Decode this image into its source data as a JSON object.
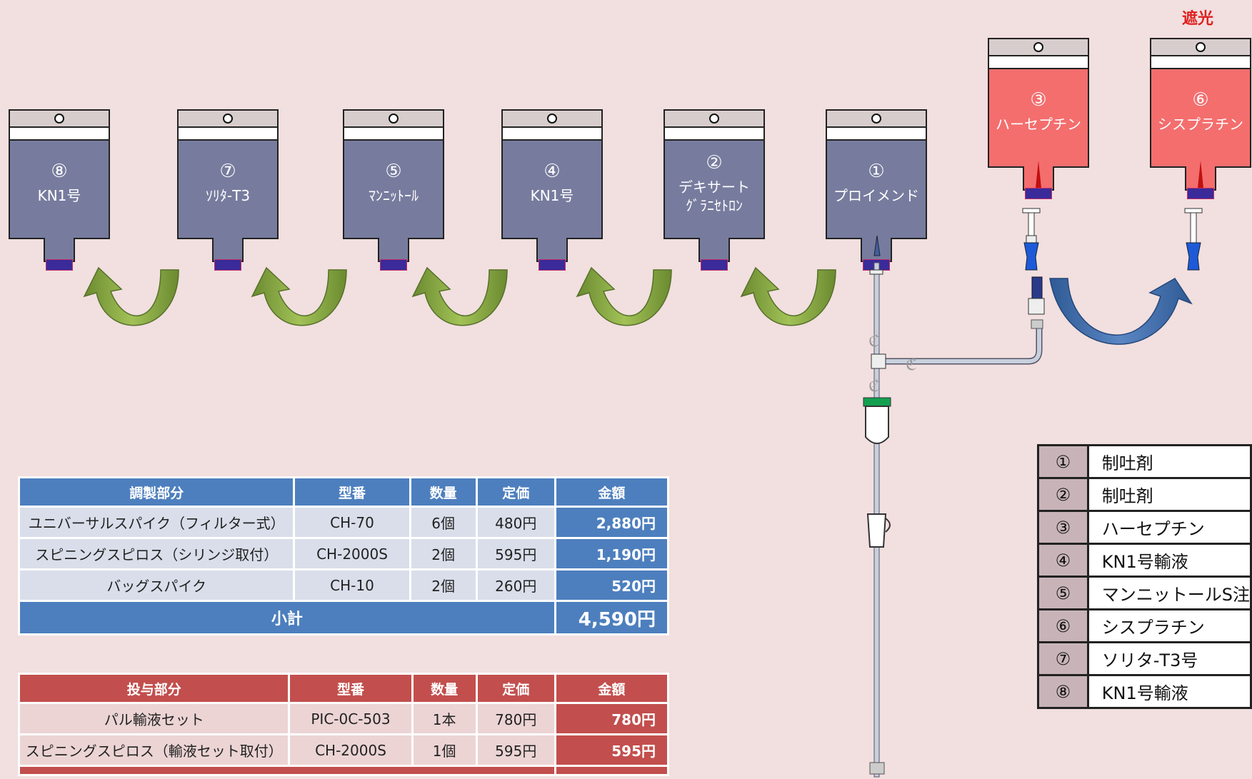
{
  "shading_label": "遮光",
  "bags": [
    {
      "id": "bag-8",
      "num": "⑧",
      "name_lines": [
        "KN1号"
      ],
      "color": "gray"
    },
    {
      "id": "bag-7",
      "num": "⑦",
      "name_lines": [
        "ｿﾘﾀ-T3"
      ],
      "color": "gray"
    },
    {
      "id": "bag-5",
      "num": "⑤",
      "name_lines": [
        "ﾏﾝﾆｯﾄｰﾙ"
      ],
      "color": "gray"
    },
    {
      "id": "bag-4",
      "num": "④",
      "name_lines": [
        "KN1号"
      ],
      "color": "gray"
    },
    {
      "id": "bag-2",
      "num": "②",
      "name_lines": [
        "デキサート",
        "ｸﾞﾗﾆｾﾄﾛﾝ"
      ],
      "color": "gray"
    },
    {
      "id": "bag-1",
      "num": "①",
      "name_lines": [
        "プロイメンド"
      ],
      "color": "gray"
    },
    {
      "id": "bag-3",
      "num": "③",
      "name_lines": [
        "ハーセプチン"
      ],
      "color": "red"
    },
    {
      "id": "bag-6",
      "num": "⑥",
      "name_lines": [
        "シスプラチン"
      ],
      "color": "red"
    }
  ],
  "colors": {
    "bag_gray": "#777c9e",
    "bag_red": "#f46e6e",
    "arrow_green": "#7a9a3a",
    "arrow_blue": "#3d6aa8",
    "table_blue": "#4d7fbe",
    "table_red": "#c24f4d"
  },
  "prep_table": {
    "headers": [
      "調製部分",
      "型番",
      "数量",
      "定価",
      "金額"
    ],
    "rows": [
      [
        "ユニバーサルスパイク（フィルター式）",
        "CH-70",
        "6個",
        "480円",
        "2,880円"
      ],
      [
        "スピニングスピロス（シリンジ取付）",
        "CH-2000S",
        "2個",
        "595円",
        "1,190円"
      ],
      [
        "バッグスパイク",
        "CH-10",
        "2個",
        "260円",
        "520円"
      ]
    ],
    "subtotal_label": "小計",
    "subtotal_value": "4,590円"
  },
  "admin_table": {
    "headers": [
      "投与部分",
      "型番",
      "数量",
      "定価",
      "金額"
    ],
    "rows": [
      [
        "パル輸液セット",
        "PIC-0C-503",
        "1本",
        "780円",
        "780円"
      ],
      [
        "スピニングスピロス（輸液セット取付）",
        "CH-2000S",
        "1個",
        "595円",
        "595円"
      ]
    ]
  },
  "legend": [
    {
      "key": "①",
      "value": "制吐剤"
    },
    {
      "key": "②",
      "value": "制吐剤"
    },
    {
      "key": "③",
      "value": "ハーセプチン"
    },
    {
      "key": "④",
      "value": "KN1号輸液"
    },
    {
      "key": "⑤",
      "value": "マンニットールS注"
    },
    {
      "key": "⑥",
      "value": "シスプラチン"
    },
    {
      "key": "⑦",
      "value": "ソリタ-T3号"
    },
    {
      "key": "⑧",
      "value": "KN1号輸液"
    }
  ]
}
